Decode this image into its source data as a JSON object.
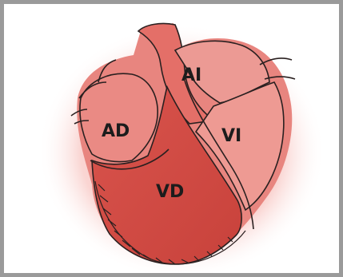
{
  "figure": {
    "labels": {
      "ai": "AI",
      "ad": "AD",
      "vi": "VI",
      "vd": "VD"
    }
  },
  "colors": {
    "frame": "#9a9a9a",
    "glow": "#f08a84",
    "light_tissue": "#ea8c86",
    "mid_tissue": "#e0665f",
    "dark_tissue": "#cf4a43",
    "outline": "#2a2020"
  }
}
